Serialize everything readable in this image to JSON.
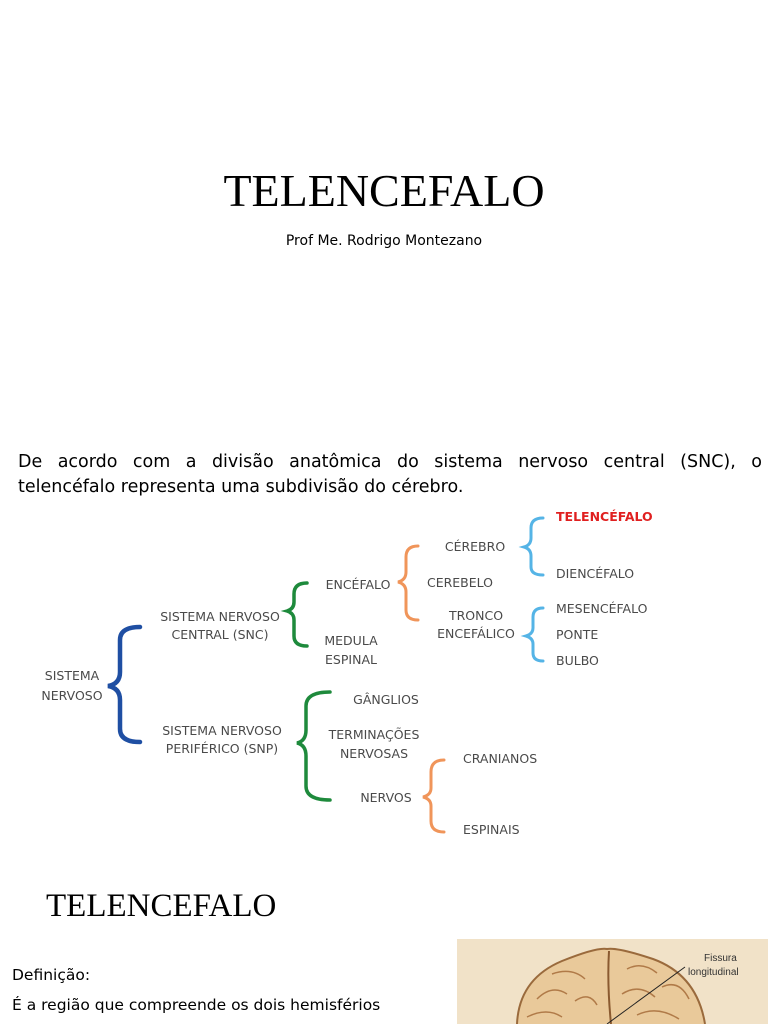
{
  "title": "TELENCEFALO",
  "subtitle": "Prof Me. Rodrigo Montezano",
  "intro": {
    "line1": "De acordo com a divisão anatômica do sistema nervoso central (SNC), o",
    "line2": "telencéfalo representa uma subdivisão do cérebro."
  },
  "diagram": {
    "root": [
      "SISTEMA",
      "NERVOSO"
    ],
    "snc": [
      "SISTEMA NERVOSO",
      "CENTRAL (SNC)"
    ],
    "snp": [
      "SISTEMA NERVOSO",
      "PERIFÉRICO (SNP)"
    ],
    "encefalo": "ENCÉFALO",
    "medula": [
      "MEDULA",
      "ESPINAL"
    ],
    "cerebro": "CÉREBRO",
    "cerebelo": "CEREBELO",
    "tronco": [
      "TRONCO",
      "ENCEFÁLICO"
    ],
    "telencefalo": "TELENCÉFALO",
    "diencefalo": "DIENCÉFALO",
    "mesencefalo": "MESENCÉFALO",
    "ponte": "PONTE",
    "bulbo": "BULBO",
    "ganglios": "GÂNGLIOS",
    "terminacoes": [
      "TERMINAÇÕES",
      "NERVOSAS"
    ],
    "nervos": "NERVOS",
    "cranianos": "CRANIANOS",
    "espinais": "ESPINAIS",
    "colors": {
      "blue": "#1f4fa3",
      "green": "#1e8a3c",
      "orange": "#f0955a",
      "cyan": "#55b4e6",
      "red": "#e02020"
    }
  },
  "section_title": "TELENCEFALO",
  "definition": {
    "label": "Definição:",
    "text": "É a região que compreende os dois hemisférios"
  },
  "figure": {
    "label": [
      "Fissura",
      "longitudinal"
    ]
  }
}
